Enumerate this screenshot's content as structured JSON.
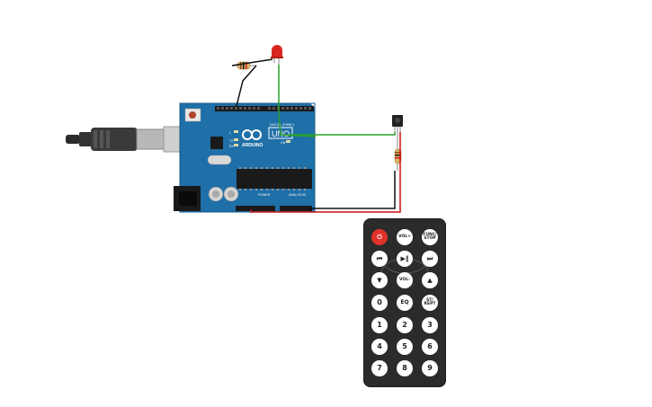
{
  "canvas": {
    "background": "#ffffff"
  },
  "arduino": {
    "brand": "ARDUINO",
    "model": "UNO",
    "header_digital_label": "DIGITAL (PWM~)",
    "header_power_label": "POWER",
    "header_analog_label": "ANALOG IN",
    "board_color": "#1f6fa8",
    "led_tx": "TX",
    "led_rx": "RX",
    "led_l": "L",
    "led_on": "ON"
  },
  "components": {
    "led_color": "#d7261e",
    "wire_green": "#2aa12a",
    "wire_black": "#111111",
    "wire_red": "#cc1111"
  },
  "remote": {
    "buttons": [
      {
        "id": "power",
        "label": "⏻"
      },
      {
        "id": "vol_up",
        "label": "VOL+"
      },
      {
        "id": "func_stop",
        "label": "FUNC/ STOP"
      },
      {
        "id": "prev",
        "label": "⏮"
      },
      {
        "id": "play_pause",
        "label": "▶‖"
      },
      {
        "id": "next",
        "label": "⏭"
      },
      {
        "id": "down",
        "label": "▼"
      },
      {
        "id": "vol_down",
        "label": "VOL-"
      },
      {
        "id": "up",
        "label": "▲"
      },
      {
        "id": "zero",
        "label": "0"
      },
      {
        "id": "eq",
        "label": "EQ"
      },
      {
        "id": "st_rept",
        "label": "ST/ REPT"
      },
      {
        "id": "one",
        "label": "1"
      },
      {
        "id": "two",
        "label": "2"
      },
      {
        "id": "three",
        "label": "3"
      },
      {
        "id": "four",
        "label": "4"
      },
      {
        "id": "five",
        "label": "5"
      },
      {
        "id": "six",
        "label": "6"
      },
      {
        "id": "seven",
        "label": "7"
      },
      {
        "id": "eight",
        "label": "8"
      },
      {
        "id": "nine",
        "label": "9"
      }
    ]
  }
}
